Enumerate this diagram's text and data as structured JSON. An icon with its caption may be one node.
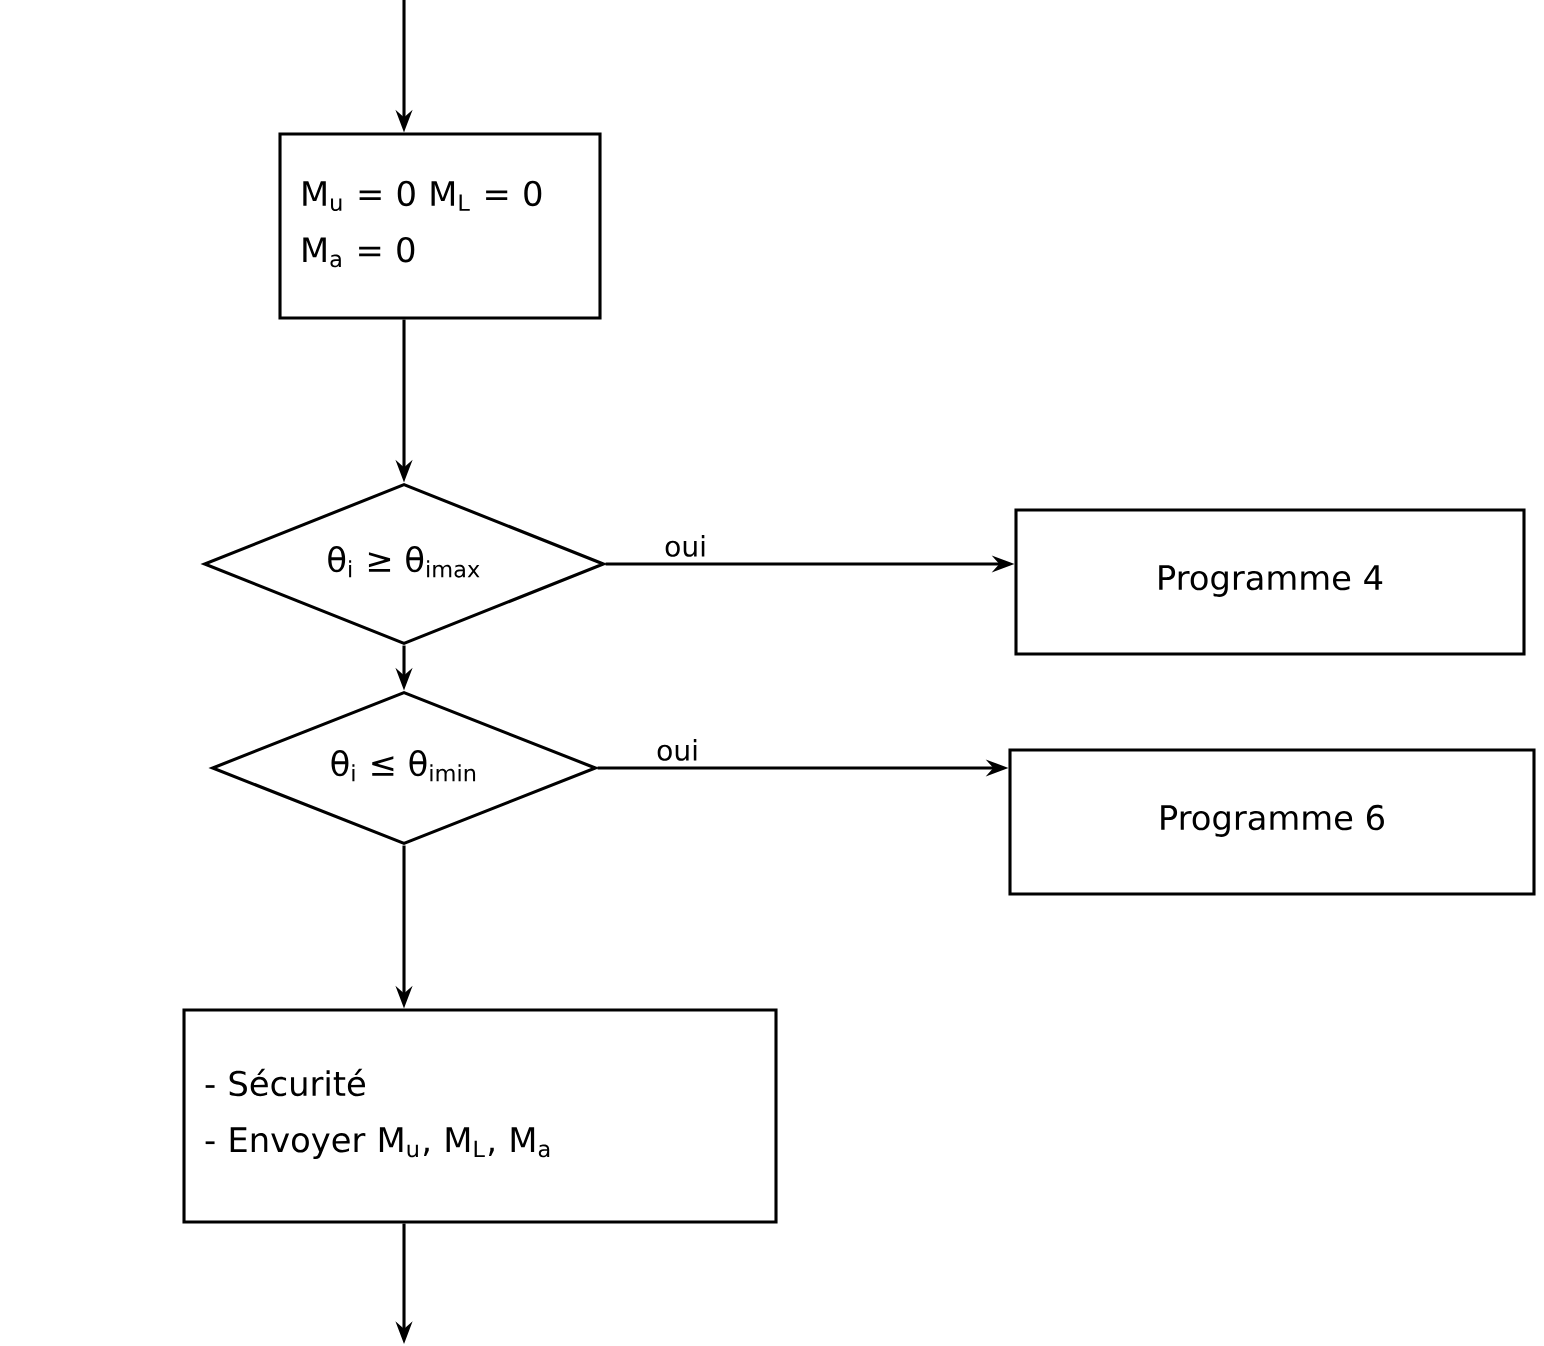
{
  "diagram": {
    "nodes": [
      {
        "text": [
          "M$_{u}$ = 0  M$_{L}$ = 0",
          "M$_{a}$ = 0"
        ]
      },
      {
        "text": [
          "θ$_{i}$ ≥ θ$_{imax}$"
        ]
      },
      {
        "text": [
          "Programme 4"
        ]
      },
      {
        "text": [
          "θ$_{i}$ ≤ θ$_{imin}$"
        ]
      },
      {
        "text": [
          "Programme 6"
        ]
      },
      {
        "text": [
          "- Sécurité",
          "- Envoyer  M$_{u}$, M$_{L}$, M$_{a}$"
        ]
      }
    ],
    "edges": [
      {
        "from": null,
        "to": 0,
        "arrow": "to"
      },
      {
        "from": 0,
        "to": 1,
        "arrow": "to"
      },
      {
        "from": 1,
        "to": 2,
        "arrow": "to",
        "label": "oui"
      },
      {
        "from": 1,
        "to": 3,
        "arrow": "to"
      },
      {
        "from": 3,
        "to": 4,
        "arrow": "to",
        "label": "oui"
      },
      {
        "from": 3,
        "to": 5,
        "arrow": "to"
      },
      {
        "from": 5,
        "to": null,
        "arrow": "to"
      }
    ]
  }
}
